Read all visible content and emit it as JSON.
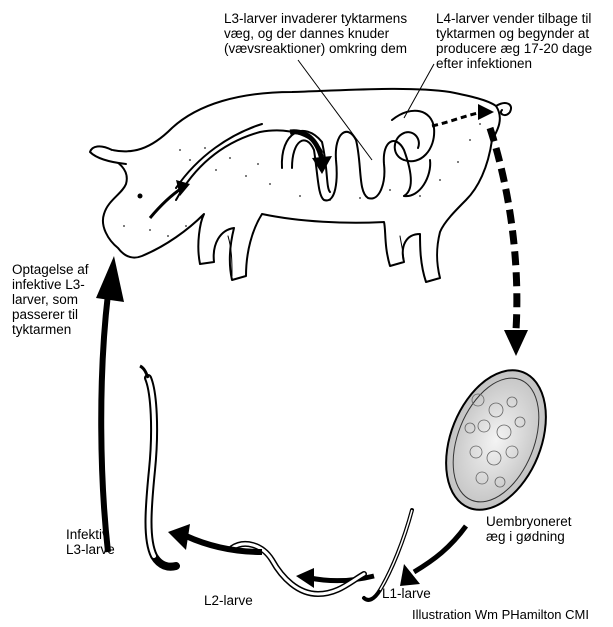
{
  "labels": {
    "invade": [
      "L3-larver invaderer tyktarmens",
      "væg, og der dannes knuder",
      "(vævsreaktioner) omkring dem"
    ],
    "l4": [
      "L4-larver vender tilbage til",
      "tyktarmen og begynder at",
      "producere æg 17-20 dage",
      "efter infektionen"
    ],
    "intake": [
      "Optagelse af",
      "infektive L3-",
      "larver, som",
      "passerer til",
      "tyktarmen"
    ],
    "egg": [
      "Uembryoneret",
      "æg i gødning"
    ],
    "infective": [
      "Infektiv",
      "L3-larve"
    ],
    "l2": "L2-larve",
    "l1": "L1-larve",
    "credit": "Illustration  Wm PHamilton CMI"
  },
  "colors": {
    "ink": "#000000",
    "background": "#ffffff"
  }
}
